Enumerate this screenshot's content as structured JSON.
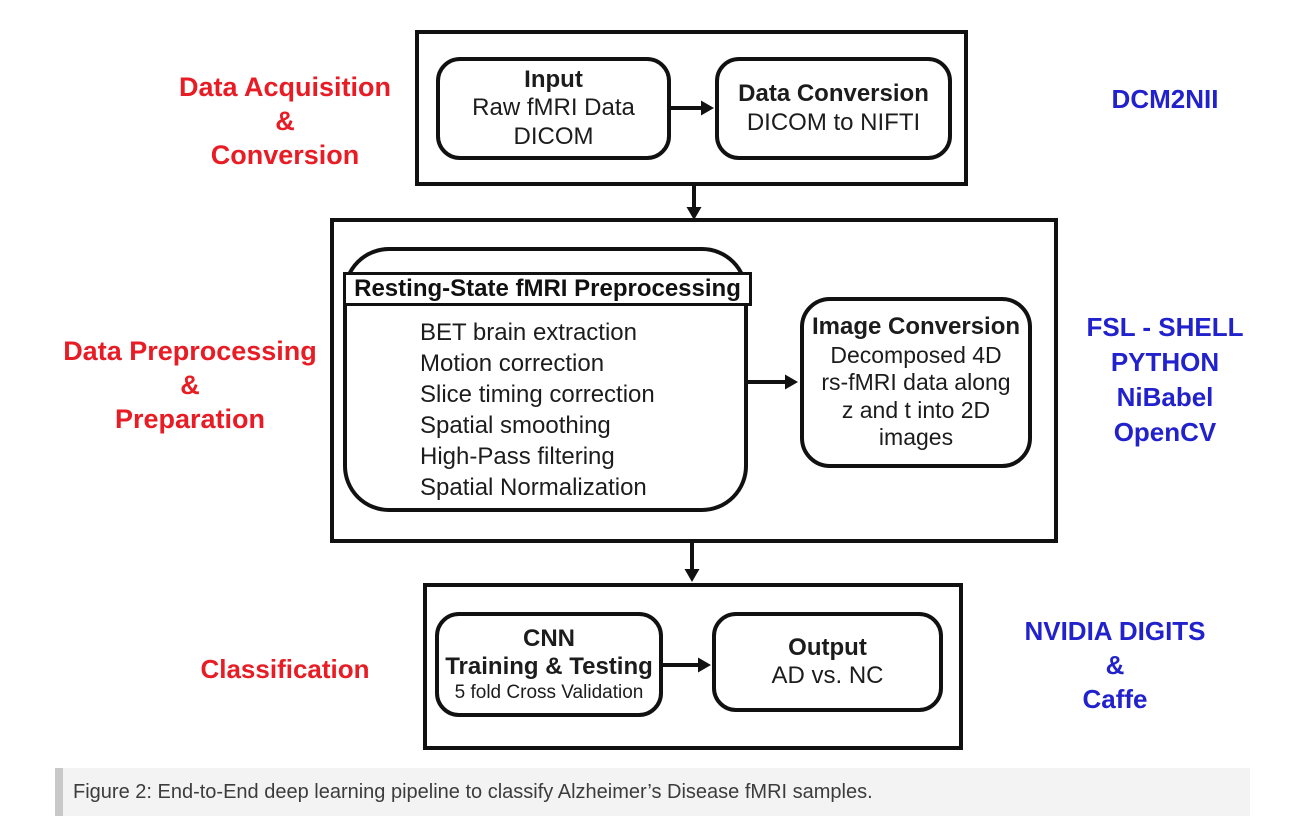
{
  "palette": {
    "red": "#e81c25",
    "blue": "#2222cc",
    "border_black": "#111111",
    "caption_bg": "#f3f3f3",
    "caption_strip": "#c8c8c8"
  },
  "sections": {
    "acquisition": {
      "heading": {
        "line1": "Data Acquisition",
        "line2": "&",
        "line3": "Conversion"
      },
      "input_box": {
        "title": "Input",
        "line1": "Raw fMRI Data",
        "line2": "DICOM"
      },
      "conversion_box": {
        "title": "Data Conversion",
        "line1": "DICOM to NIFTI"
      },
      "tool": "DCM2NII"
    },
    "preprocessing": {
      "heading": {
        "line1": "Data Preprocessing",
        "line2": "&",
        "line3": "Preparation"
      },
      "prep_box": {
        "title": "Resting-State fMRI Preprocessing",
        "steps": [
          "BET brain extraction",
          "Motion correction",
          "Slice timing correction",
          "Spatial smoothing",
          "High-Pass filtering",
          "Spatial Normalization"
        ]
      },
      "image_conversion_box": {
        "title": "Image Conversion",
        "line1": "Decomposed 4D",
        "line2": "rs-fMRI data along",
        "line3": "z and t into 2D",
        "line4": "images"
      },
      "tools": {
        "line1": "FSL - SHELL",
        "line2": "PYTHON",
        "line3": "NiBabel",
        "line4": "OpenCV"
      }
    },
    "classification": {
      "heading": "Classification",
      "cnn_box": {
        "title1": "CNN",
        "title2": "Training & Testing",
        "subtitle": "5 fold Cross Validation"
      },
      "output_box": {
        "title": "Output",
        "line1": "AD vs. NC"
      },
      "tools": {
        "line1": "NVIDIA DIGITS",
        "line2": "&",
        "line3": "Caffe"
      }
    }
  },
  "caption": {
    "text": "Figure 2: End-to-End deep learning pipeline to classify Alzheimer’s Disease fMRI samples."
  }
}
